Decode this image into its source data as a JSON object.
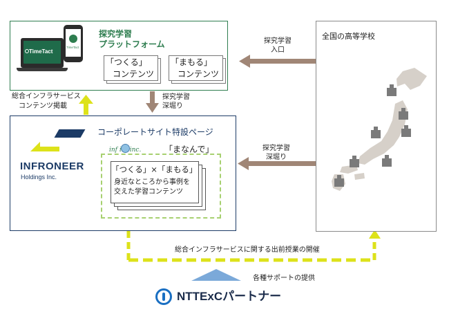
{
  "platform": {
    "title_line1": "探究学習",
    "title_line2": "プラットフォーム",
    "card_tsukuru_line1": "「つくる」",
    "card_tsukuru_line2": "コンテンツ",
    "card_mamoru_line1": "「まもる」",
    "card_mamoru_line2": "コンテンツ",
    "device_brand": "TimeTact",
    "device_brand_phone": "TimeTact"
  },
  "schools": {
    "title": "全国の高等学校"
  },
  "corporate": {
    "title": "コーポレートサイト特設ページ",
    "logo_name": "INFRONEER",
    "logo_sub": "Holdings Inc.",
    "series_logo": "inf inf inc.",
    "series_title": "「まなんで」",
    "card_title": "「つくる」×「まもる」",
    "card_line1": "身近なところから事例を",
    "card_line2": "交えた学習コンテンツ"
  },
  "arrows": {
    "entrance_line1": "探究学習",
    "entrance_line2": "入口",
    "deepdive_top_line1": "探究学習",
    "deepdive_top_line2": "深堀り",
    "deepdive_right_line1": "探究学習",
    "deepdive_right_line2": "深堀り",
    "infra_post_line1": "総合インフラサービス",
    "infra_post_line2": "コンテンツ掲載",
    "bottom_label": "総合インフラサービスに関する出前授業の開催",
    "support_label": "各種サポートの提供"
  },
  "partner": {
    "name": "NTTExCパートナー"
  },
  "colors": {
    "green": "#2e7d4f",
    "navy": "#1c3b66",
    "taupe": "#a08676",
    "yellow": "#dde21a",
    "blue": "#7ba9d9",
    "grey_border": "#8a8a8a"
  }
}
